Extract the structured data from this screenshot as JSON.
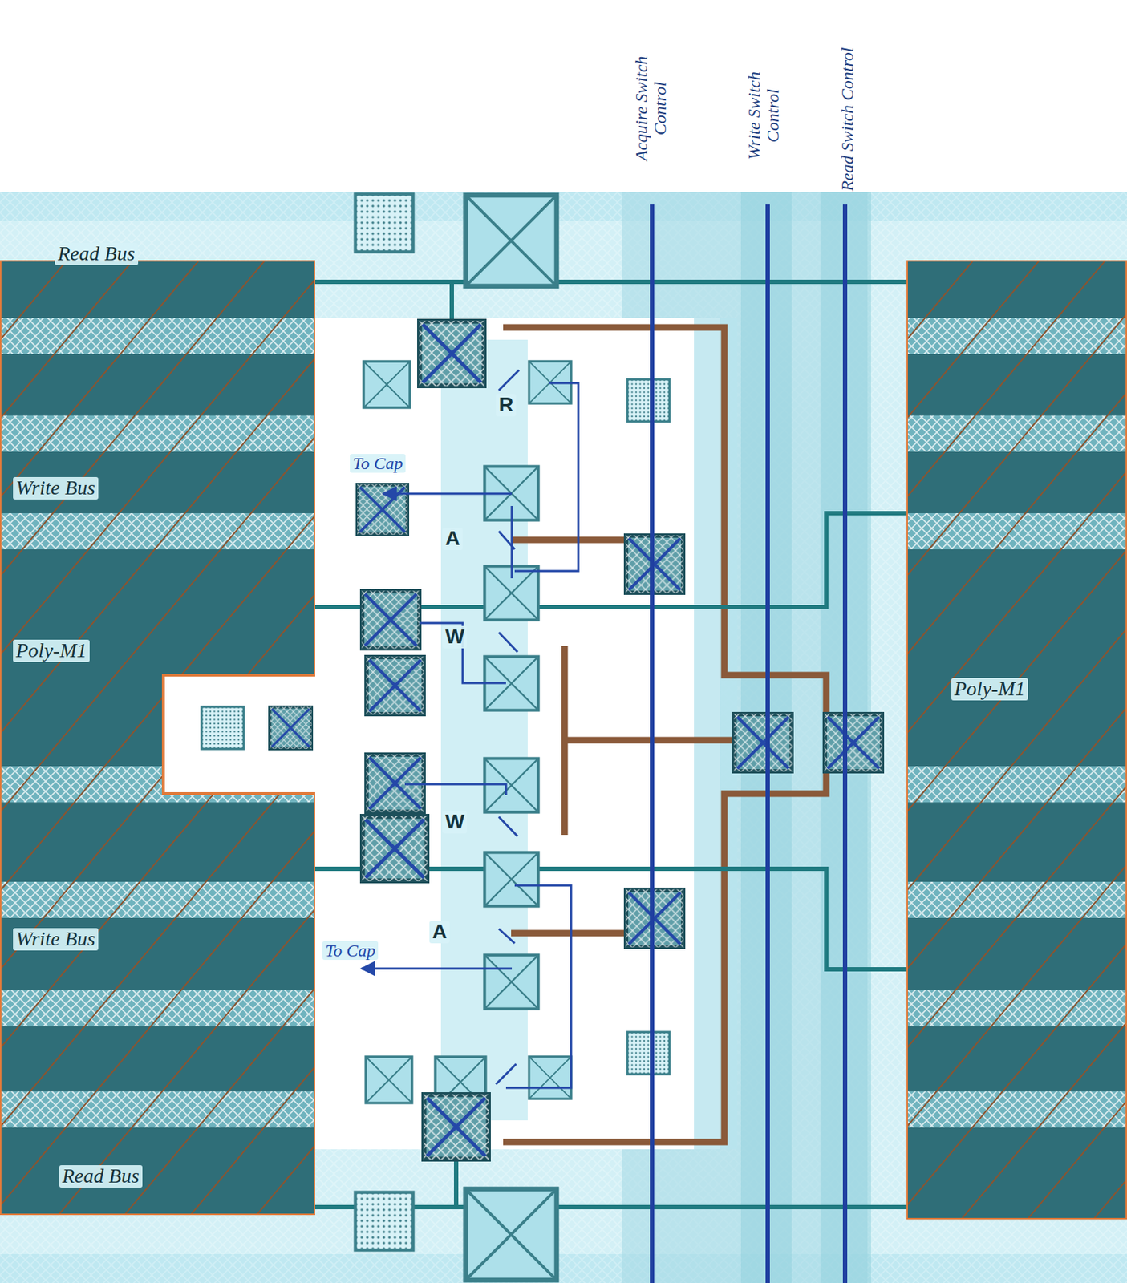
{
  "diagram": {
    "nodes": [
      {
        "text": [
          "Poly-M1"
        ]
      },
      {
        "text": [
          "Poly-M1"
        ]
      }
    ],
    "labels": [
      "Acquire Switch Control",
      "Write Switch Control",
      "Read Switch Control",
      "Read Bus",
      "Write Bus",
      "To Cap",
      "R",
      "A",
      "W",
      "W",
      "A",
      "To Cap",
      "Write Bus",
      "Read Bus"
    ]
  }
}
